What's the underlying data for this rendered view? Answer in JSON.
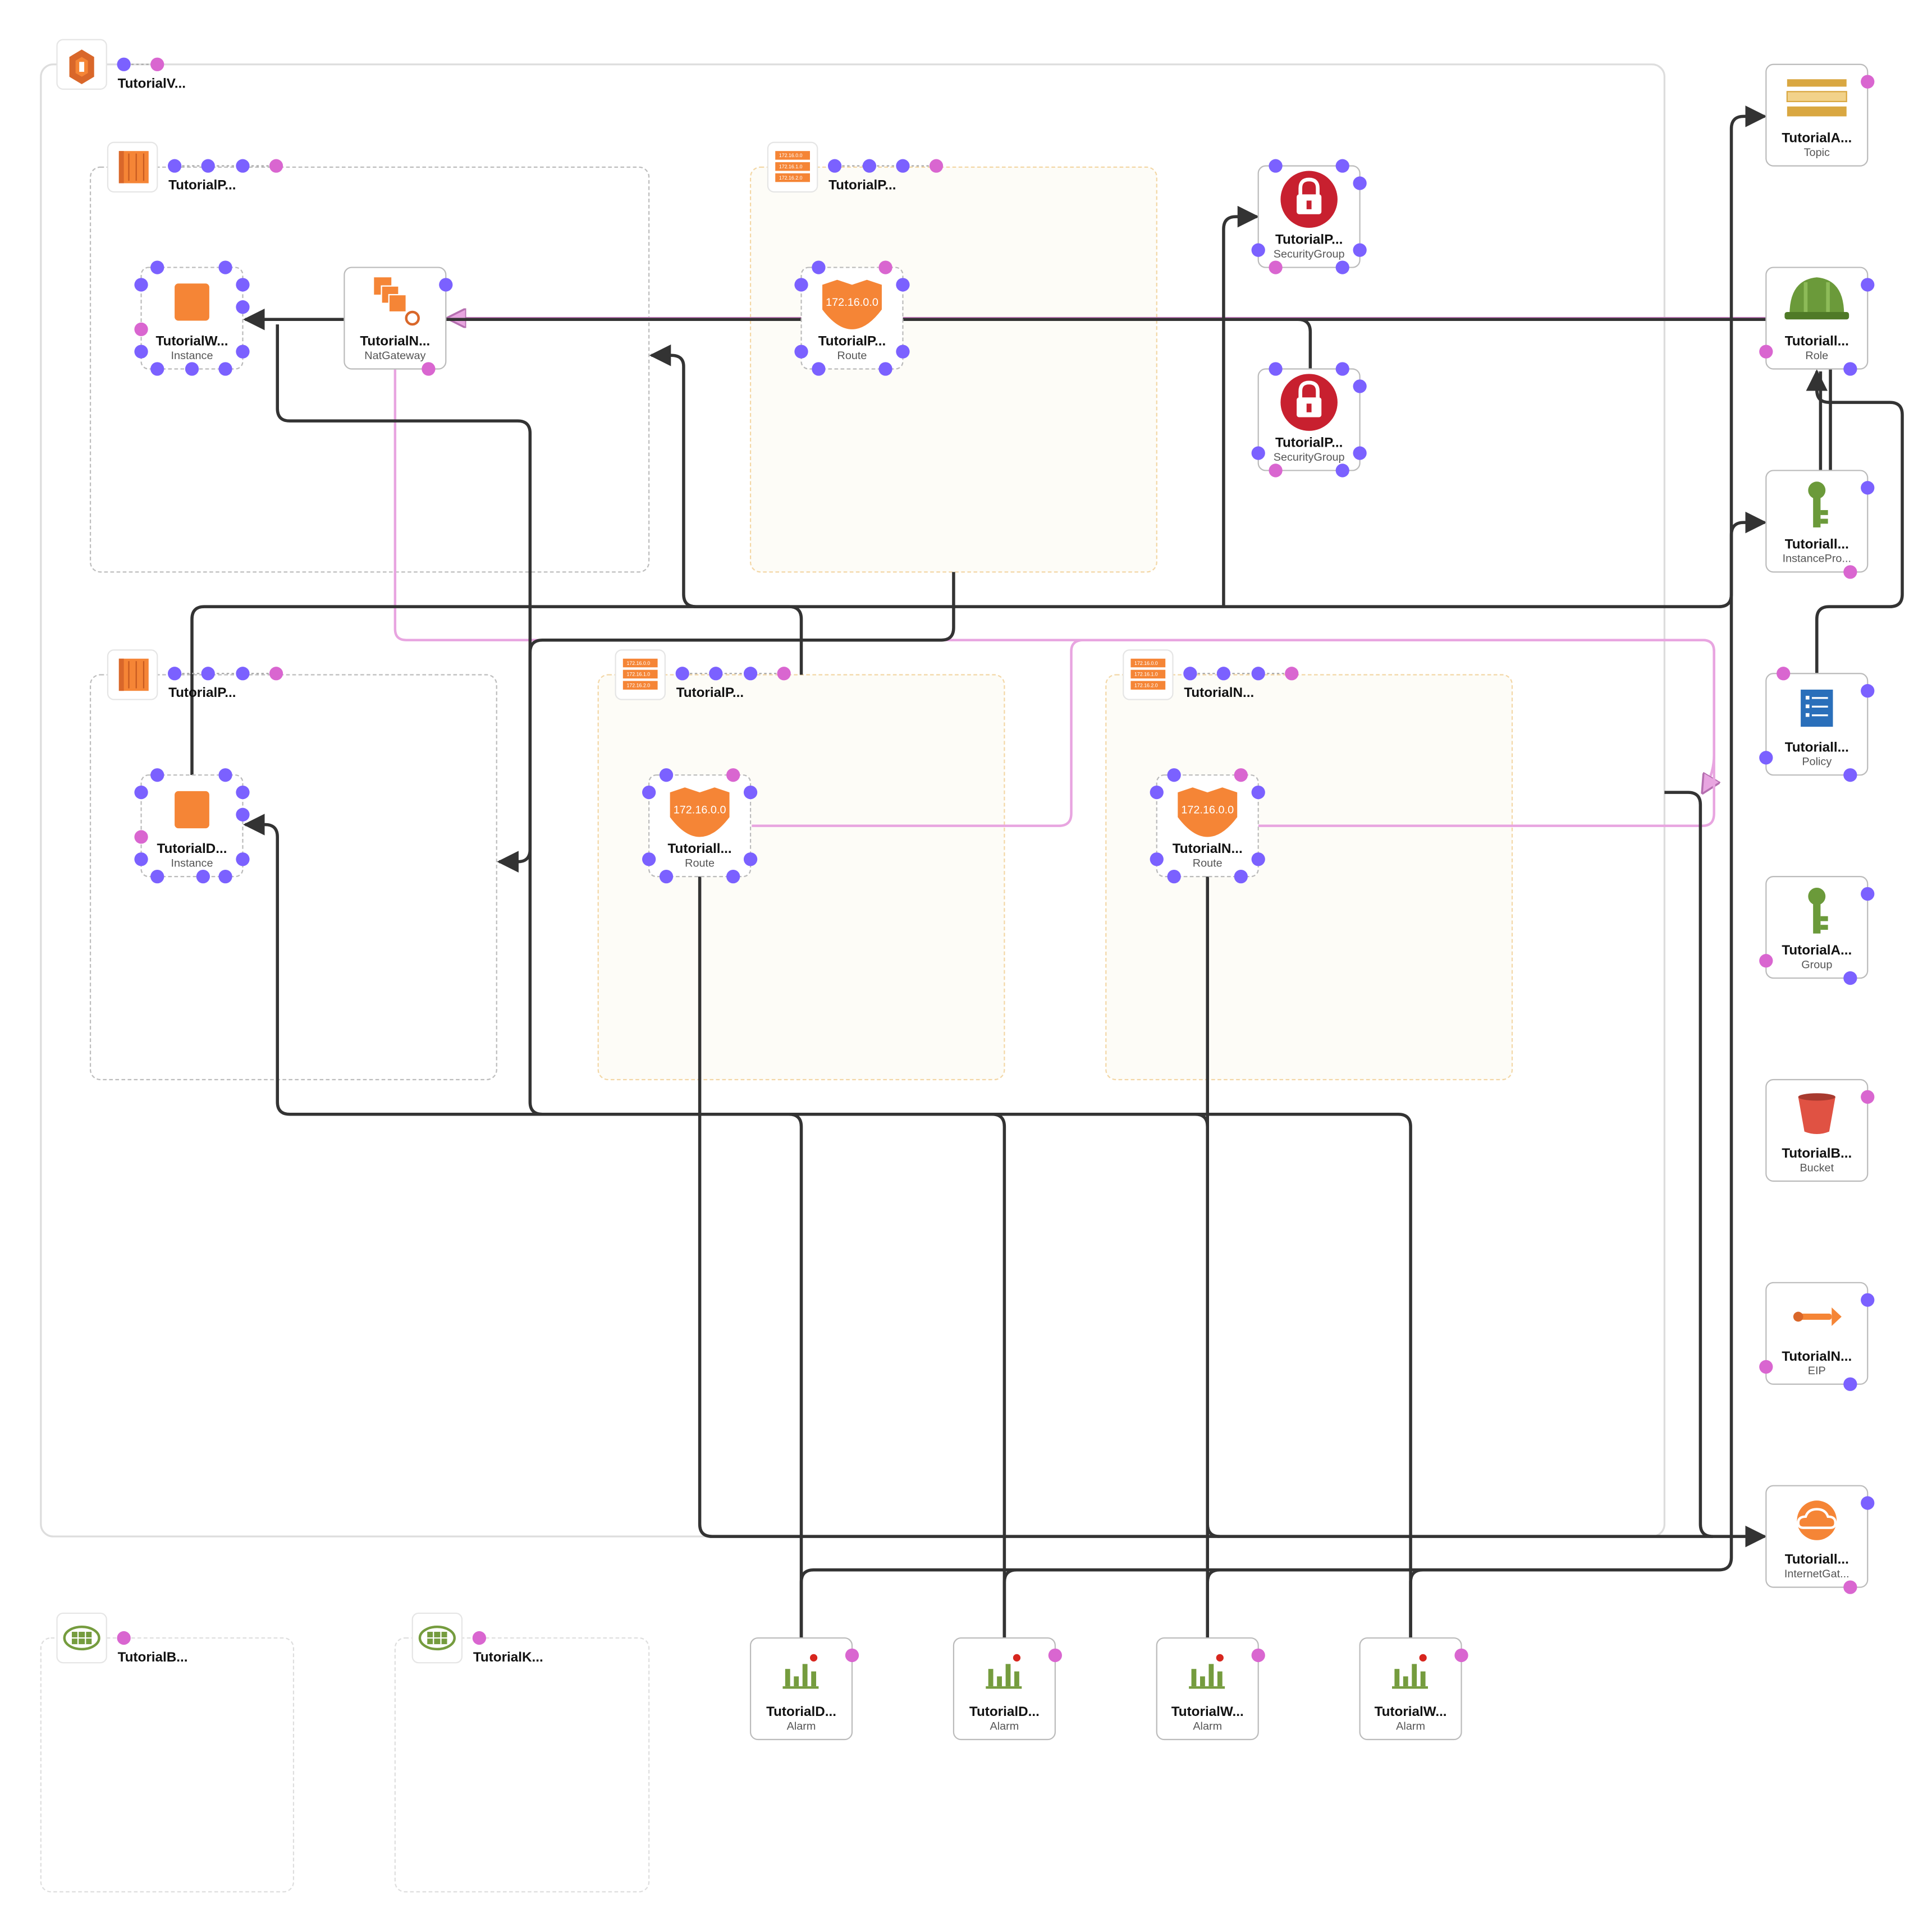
{
  "colors": {
    "port_blue": "#7b61ff",
    "port_pink": "#d966d0",
    "edge_dark": "#333333",
    "edge_pink": "#e8a5e0",
    "aws_orange": "#f58536",
    "aws_dark_orange": "#d9672a",
    "lock_red": "#c8202f",
    "alarm_green": "#759c3e",
    "role_green": "#6b9a3a",
    "topic_gold": "#d9a741",
    "policy_blue": "#2a6fba",
    "bucket_red": "#e05243"
  },
  "vpc": {
    "name": "TutorialV..."
  },
  "subnets": [
    {
      "id": "subnet_pub_top",
      "name": "TutorialP...",
      "icon": "ec2-icon"
    },
    {
      "id": "subnet_priv_bottom",
      "name": "TutorialP...",
      "icon": "ec2-icon"
    }
  ],
  "route_tables": [
    {
      "id": "rt_top",
      "name": "TutorialP...",
      "icon": "route-table-icon",
      "ip_rows": [
        "172.16.0.0",
        "172.16.1.0",
        "172.16.2.0"
      ]
    },
    {
      "id": "rt_mid",
      "name": "TutorialP...",
      "icon": "route-table-icon",
      "ip_rows": [
        "172.16.0.0",
        "172.16.1.0",
        "172.16.2.0"
      ]
    },
    {
      "id": "rt_right",
      "name": "TutorialN...",
      "icon": "route-table-icon",
      "ip_rows": [
        "172.16.0.0",
        "172.16.1.0",
        "172.16.2.0"
      ]
    }
  ],
  "nodes": {
    "web_instance": {
      "name": "TutorialW...",
      "type": "Instance"
    },
    "nat_gateway": {
      "name": "TutorialN...",
      "type": "NatGateway"
    },
    "db_instance": {
      "name": "TutorialD...",
      "type": "Instance"
    },
    "route_top": {
      "name": "TutorialP...",
      "type": "Route",
      "cidr": "172.16.0.0"
    },
    "route_mid": {
      "name": "Tutoriall...",
      "type": "Route",
      "cidr": "172.16.0.0"
    },
    "route_right": {
      "name": "TutorialN...",
      "type": "Route",
      "cidr": "172.16.0.0"
    },
    "sg_1": {
      "name": "TutorialP...",
      "type": "SecurityGroup"
    },
    "sg_2": {
      "name": "TutorialP...",
      "type": "SecurityGroup"
    },
    "topic": {
      "name": "TutorialA...",
      "type": "Topic"
    },
    "role": {
      "name": "Tutoriall...",
      "type": "Role"
    },
    "instance_profile": {
      "name": "Tutoriall...",
      "type": "InstancePro..."
    },
    "policy": {
      "name": "Tutoriall...",
      "type": "Policy"
    },
    "group": {
      "name": "TutorialA...",
      "type": "Group"
    },
    "bucket": {
      "name": "TutorialB...",
      "type": "Bucket"
    },
    "eip": {
      "name": "TutorialN...",
      "type": "EIP"
    },
    "igw": {
      "name": "Tutoriall...",
      "type": "InternetGat..."
    },
    "alarm_1": {
      "name": "TutorialD...",
      "type": "Alarm"
    },
    "alarm_2": {
      "name": "TutorialD...",
      "type": "Alarm"
    },
    "alarm_3": {
      "name": "TutorialW...",
      "type": "Alarm"
    },
    "alarm_4": {
      "name": "TutorialW...",
      "type": "Alarm"
    }
  },
  "templates": [
    {
      "name": "TutorialB...",
      "icon": "cloudformation-icon"
    },
    {
      "name": "TutorialK...",
      "icon": "cloudformation-icon"
    }
  ]
}
